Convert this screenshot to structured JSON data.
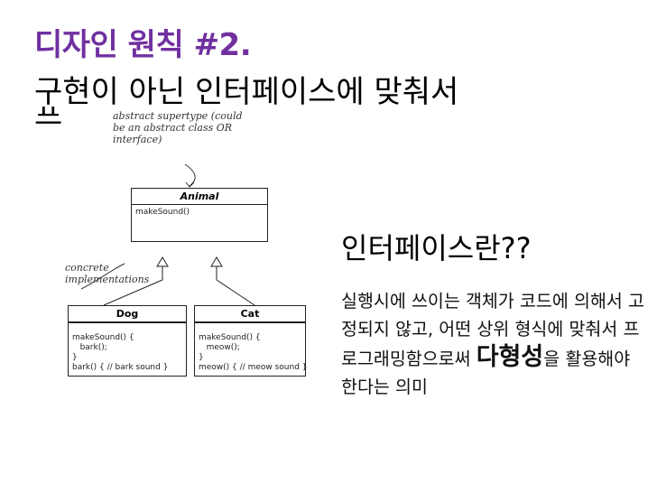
{
  "title": {
    "line1": "디자인 원칙 #2.",
    "line2": "구현이 아닌 인터페이스에 맞춰서",
    "line3": "프"
  },
  "diagram": {
    "note_top": [
      "abstract supertype (could",
      "be an abstract class OR",
      "interface)"
    ],
    "note_left": [
      "concrete",
      "implementations"
    ],
    "animal": {
      "name": "Animal",
      "method": "makeSound()"
    },
    "dog": {
      "name": "Dog",
      "body": "makeSound() {\n   bark();\n}\nbark() { // bark sound }"
    },
    "cat": {
      "name": "Cat",
      "body": "makeSound() {\n   meow();\n}\nmeow() { // meow sound }"
    }
  },
  "content": {
    "heading": "인터페이스란??",
    "desc_part1": "실행시에 쓰이는 객체가 코드에 의해서 고정되지 않고, 어떤 상위 형식에 맞춰서 프로그래밍함으로써 ",
    "desc_emph": "다형성",
    "desc_part2": "을 활용해야 한다는 의미"
  },
  "colors": {
    "title": "#7030a0"
  }
}
